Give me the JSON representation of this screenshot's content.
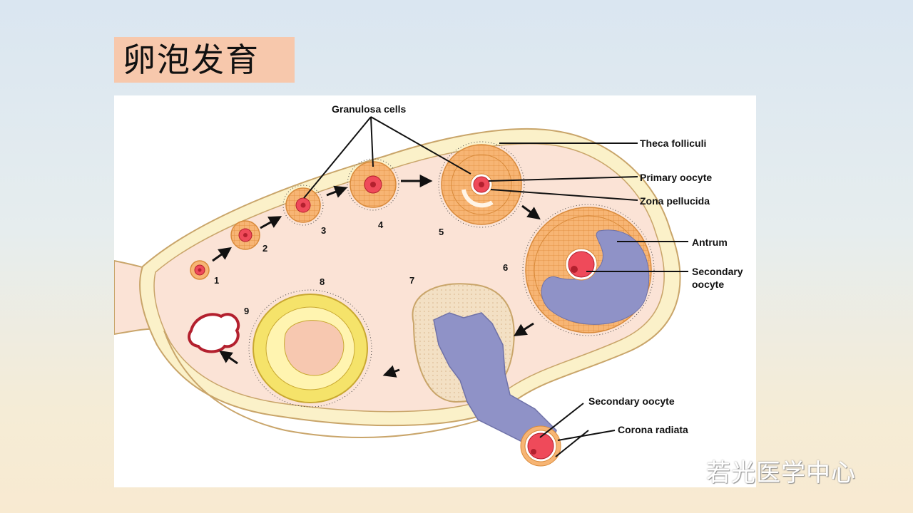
{
  "slide": {
    "title": "卵泡发育"
  },
  "diagram": {
    "labels": {
      "granulosa_cells": "Granulosa cells",
      "theca_folliculi": "Theca folliculi",
      "primary_oocyte": "Primary oocyte",
      "zona_pellucida": "Zona pellucida",
      "antrum": "Antrum",
      "secondary_oocyte_1": "Secondary",
      "secondary_oocyte_2": "oocyte",
      "secondary_oocyte_ovulated": "Secondary oocyte",
      "corona_radiata": "Corona radiata"
    },
    "stages": [
      "1",
      "2",
      "3",
      "4",
      "5",
      "6",
      "7",
      "8",
      "9"
    ],
    "colors": {
      "ovary": "#fbe3d6",
      "capsule": "#fbf1c9",
      "follicle": "#f7b574",
      "oocyte": "#ef4a5a",
      "antrum": "#8f92c7",
      "corpus_luteum": "#f5e36a"
    }
  },
  "watermark": {
    "text": "若光医学中心",
    "icon": "wechat-icon"
  }
}
